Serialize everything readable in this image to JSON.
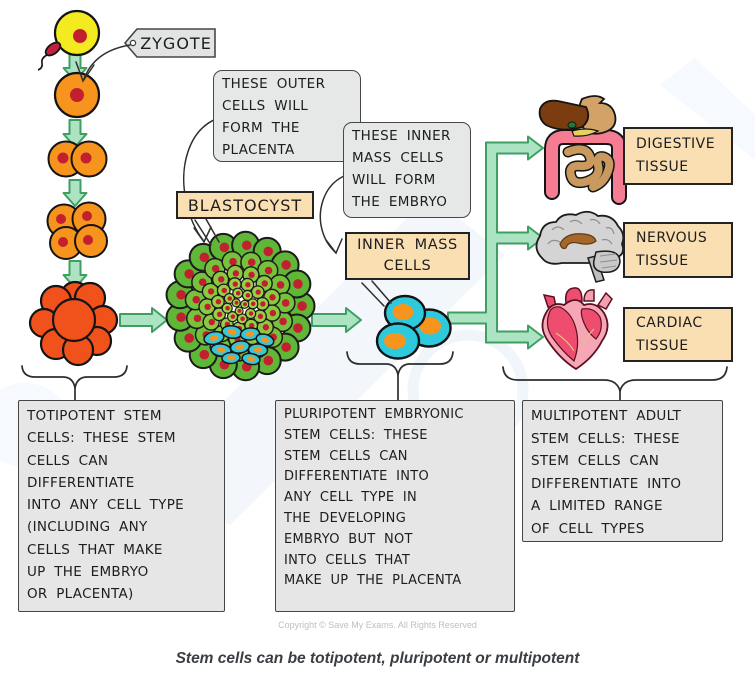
{
  "palette": {
    "arrow_fill": "#abe3c3",
    "arrow_stroke": "#3f9f63",
    "cell_orange": "#f7941d",
    "nucleus_red": "#c2202f",
    "morula_red_orange": "#f1511b",
    "egg_yellow": "#f3ea1f",
    "blastocyst_green": "#5fb637",
    "inner_mass_cyan": "#2fc9dd",
    "label_tan": "#f9dfb2",
    "box_gray": "#e6e7e7",
    "intestine_pink": "#f47d94",
    "heart_crimson": "#ee4d70",
    "brain_gray": "#d4d4d4"
  },
  "labels": {
    "zygote": "ZYGOTE",
    "blastocyst": "BLASTOCYST",
    "inner_mass_cells": "INNER MASS\nCELLS"
  },
  "callouts": {
    "outer_cells": "THESE OUTER\nCELLS WILL\nFORM THE\nPLACENTA",
    "inner_mass": "THESE INNER\nMASS CELLS\nWILL FORM\nTHE EMBRYO"
  },
  "tissues": [
    {
      "label": "DIGESTIVE\nTISSUE"
    },
    {
      "label": "NERVOUS\nTISSUE"
    },
    {
      "label": "CARDIAC\nTISSUE"
    }
  ],
  "stem_cell_types": {
    "totipotent": "TOTIPOTENT STEM\nCELLS: THESE STEM\nCELLS CAN\nDIFFERENTIATE\nINTO ANY CELL TYPE\n(INCLUDING ANY\nCELLS THAT MAKE\nUP THE EMBRYO\nOR PLACENTA)",
    "pluripotent": "PLURIPOTENT EMBRYONIC\nSTEM CELLS: THESE\nSTEM CELLS CAN\nDIFFERENTIATE INTO\nANY CELL TYPE IN\nTHE DEVELOPING\nEMBRYO BUT NOT\nINTO CELLS THAT\nMAKE UP THE PLACENTA",
    "multipotent": "MULTIPOTENT ADULT\nSTEM CELLS: THESE\nSTEM CELLS CAN\nDIFFERENTIATE INTO\nA LIMITED RANGE\nOF CELL TYPES"
  },
  "footer": {
    "copyright": "Copyright © Save My Exams. All Rights Reserved",
    "caption": "Stem cells can be totipotent, pluripotent or multipotent"
  }
}
